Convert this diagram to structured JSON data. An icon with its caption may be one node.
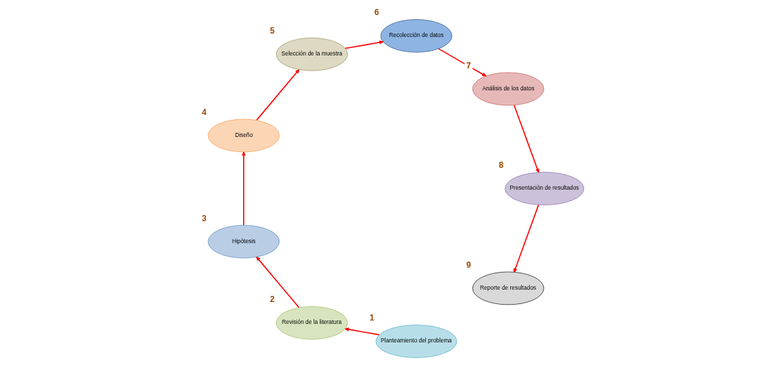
{
  "diagram": {
    "nodes": [
      {
        "text": [
          "Planteamiento del problema"
        ],
        "beside": [
          "1"
        ]
      },
      {
        "text": [
          "Revisión de la literatura"
        ],
        "beside": [
          "2"
        ]
      },
      {
        "text": [
          "Hipótesis"
        ],
        "beside": [
          "3"
        ]
      },
      {
        "text": [
          "Diseño"
        ],
        "beside": [
          "4"
        ]
      },
      {
        "text": [
          "Selección de la muestra"
        ],
        "beside": [
          "5"
        ]
      },
      {
        "text": [
          "Recolección de datos"
        ],
        "beside": [
          "6"
        ]
      },
      {
        "text": [
          "Análisis de los datos"
        ],
        "beside": [
          "7"
        ]
      },
      {
        "text": [
          "Presentación de resultados"
        ],
        "beside": [
          "8"
        ]
      },
      {
        "text": [
          "Reporte de resultados"
        ],
        "beside": [
          "9"
        ]
      }
    ],
    "edges": [
      {
        "from": 0,
        "to": 1,
        "arrow": "to"
      },
      {
        "from": 1,
        "to": 2,
        "arrow": "to"
      },
      {
        "from": 2,
        "to": 3,
        "arrow": "to"
      },
      {
        "from": 3,
        "to": 4,
        "arrow": "to"
      },
      {
        "from": 4,
        "to": 5,
        "arrow": "to"
      },
      {
        "from": 5,
        "to": 6,
        "arrow": "to"
      },
      {
        "from": 6,
        "to": 7,
        "arrow": "to"
      },
      {
        "from": 7,
        "to": 8,
        "arrow": "to"
      }
    ]
  }
}
